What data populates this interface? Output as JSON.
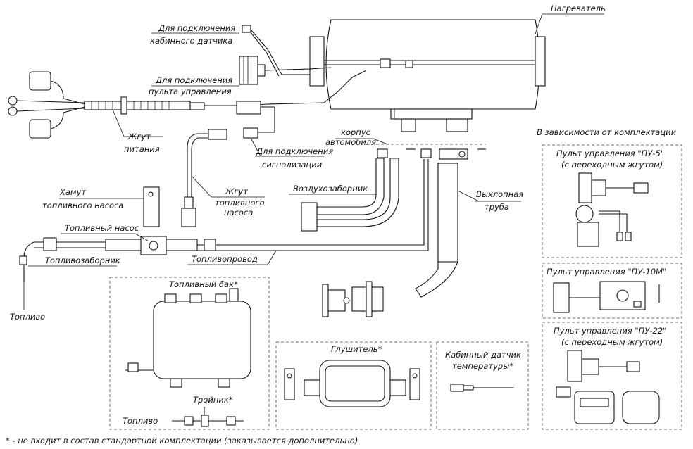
{
  "labels": {
    "heater": "Нагреватель",
    "cabin_sensor_conn_l1": "Для подключения",
    "cabin_sensor_conn_l2": "кабинного датчика",
    "panel_conn_l1": "Для подключения",
    "panel_conn_l2": "пульта управления",
    "power_harness_l1": "Жгут",
    "power_harness_l2": "питания",
    "body_l1": "корпус",
    "body_l2": "автомобиля",
    "alarm_conn_l1": "Для подключения",
    "alarm_conn_l2": "сигнализации",
    "pump_harness_l1": "Жгут",
    "pump_harness_l2": "топливного",
    "pump_harness_l3": "насоса",
    "pump_clamp_l1": "Хамут",
    "pump_clamp_l2": "топливного насоса",
    "air_intake": "Воздухозаборник",
    "exhaust_l1": "Выхлопная",
    "exhaust_l2": "труба",
    "fuel_pump": "Топливный насос",
    "fuel_intake": "Топливозаборник",
    "fuel_line": "Топливопровод",
    "fuel_in": "Топливо",
    "fuel_tank": "Топливный бак*",
    "tee": "Тройник*",
    "fuel_bottom": "Топливо",
    "muffler": "Глушитель*",
    "cabin_temp_l1": "Кабинный датчик",
    "cabin_temp_l2": "температуры*",
    "depends_kit": "В зависимости от комплектации",
    "pu5_l1": "Пульт управления \"ПУ-5\"",
    "pu5_l2": "(с переходным жгутом)",
    "pu10m": "Пульт управления \"ПУ-10М\"",
    "pu22_l1": "Пульт управления \"ПУ-22\"",
    "pu22_l2": "(с переходным жгутом)",
    "footnote": "* - не входит в состав стандартной комплектации (заказывается дополнительно)"
  }
}
